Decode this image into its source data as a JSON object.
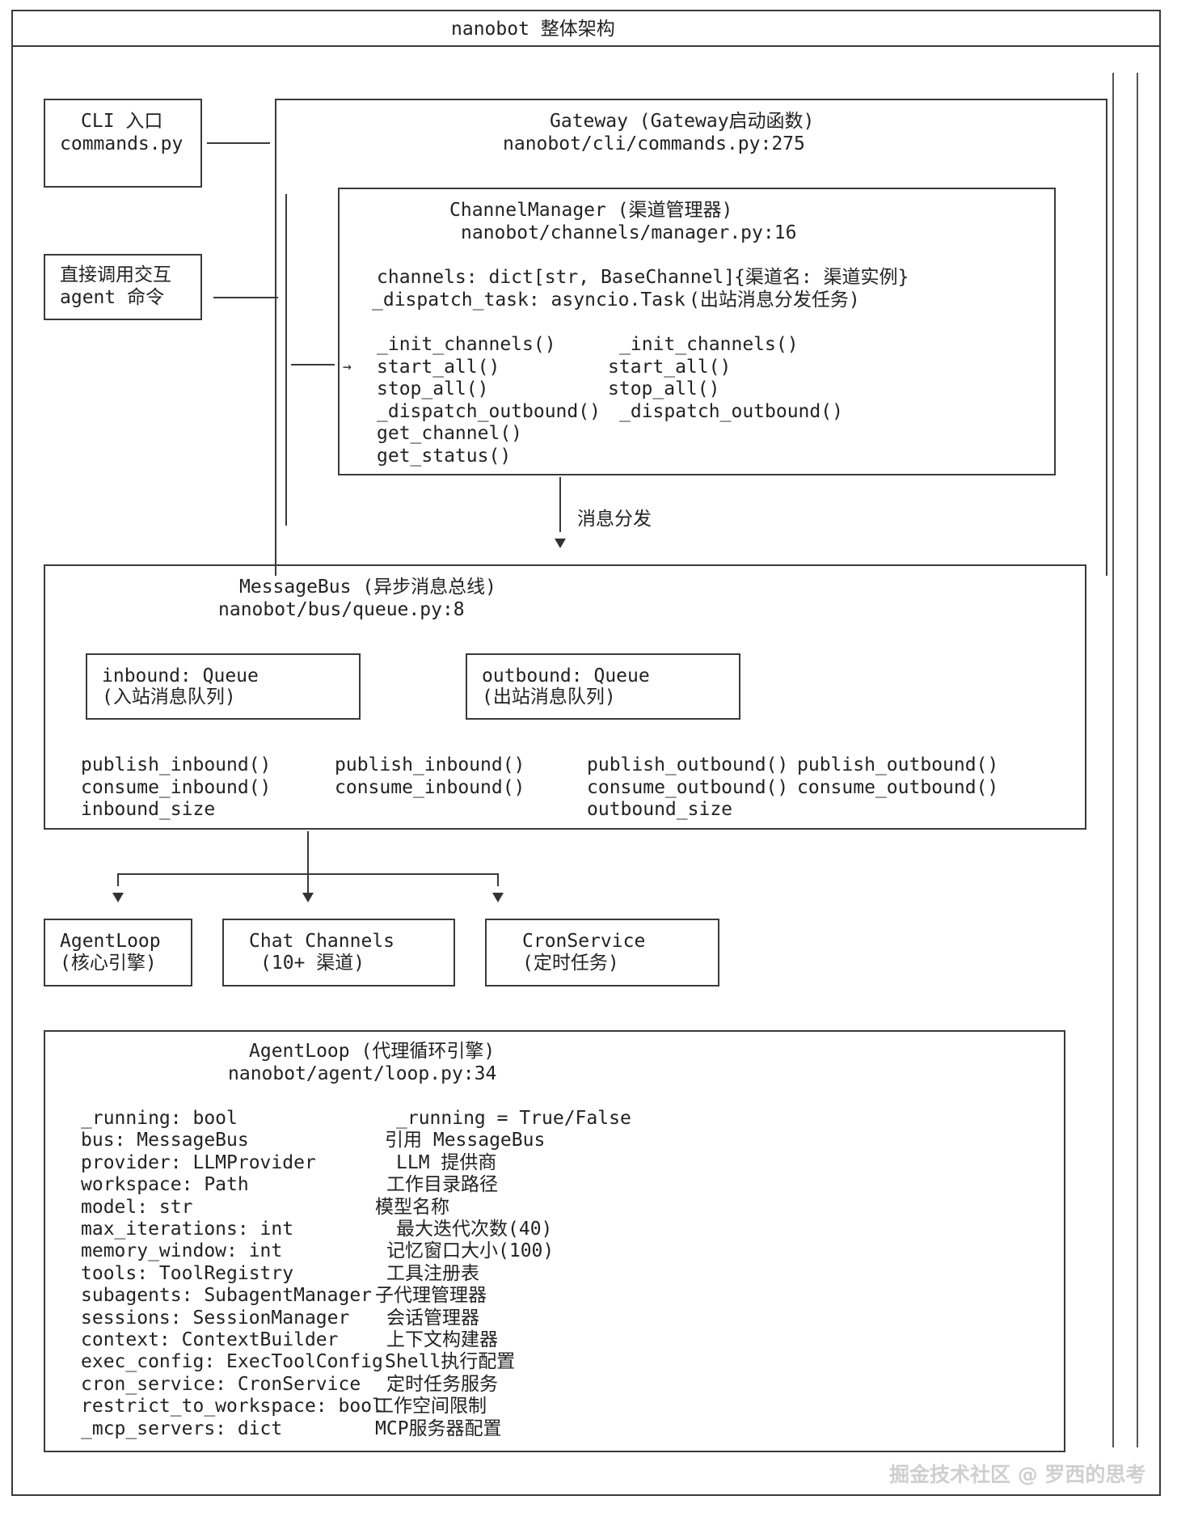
{
  "title": "nanobot 整体架构",
  "cli": {
    "line1": "CLI 入口",
    "line2": "commands.py"
  },
  "direct": {
    "line1": "直接调用交互",
    "line2": "agent 命令"
  },
  "gateway": {
    "line1": "Gateway (Gateway启动函数)",
    "line2": "nanobot/cli/commands.py:275"
  },
  "channel_manager": {
    "line1": "ChannelManager (渠道管理器)",
    "line2": "nanobot/channels/manager.py:16",
    "attr1": "channels: dict[str, BaseChannel]",
    "attr1_desc": "{渠道名: 渠道实例}",
    "attr2": "_dispatch_task: asyncio.Task",
    "attr2_desc": "(出站消息分发任务)",
    "arrow_mark": "→",
    "methods_left": [
      "_init_channels()",
      "start_all()",
      "stop_all()",
      "_dispatch_outbound()",
      "get_channel()",
      "get_status()"
    ],
    "methods_right": [
      "_init_channels()",
      "start_all()",
      "stop_all()",
      "_dispatch_outbound()"
    ]
  },
  "dispatch_label": "消息分发",
  "message_bus": {
    "line1": "MessageBus (异步消息总线)",
    "line2": "nanobot/bus/queue.py:8",
    "inbound_box": {
      "line1": "inbound: Queue",
      "line2": "(入站消息队列)"
    },
    "outbound_box": {
      "line1": "outbound: Queue",
      "line2": "(出站消息队列)"
    },
    "col1": [
      "publish_inbound()",
      "consume_inbound()",
      "inbound_size"
    ],
    "col2": [
      "publish_inbound()",
      "consume_inbound()"
    ],
    "col3": [
      "publish_outbound()",
      "consume_outbound()",
      "outbound_size"
    ],
    "col4": [
      "publish_outbound()",
      "consume_outbound()"
    ]
  },
  "agent_small": {
    "line1": "AgentLoop",
    "line2": "(核心引擎)"
  },
  "chat_channels": {
    "line1": "Chat Channels",
    "line2": "(10+ 渠道)"
  },
  "cron": {
    "line1": "CronService",
    "line2": "(定时任务)"
  },
  "agent_loop": {
    "line1": "AgentLoop (代理循环引擎)",
    "line2": "nanobot/agent/loop.py:34",
    "rows": [
      {
        "attr": "_running: bool",
        "desc": "_running = True/False"
      },
      {
        "attr": "bus: MessageBus",
        "desc": "引用 MessageBus"
      },
      {
        "attr": "provider: LLMProvider",
        "desc": "LLM 提供商"
      },
      {
        "attr": "workspace: Path",
        "desc": "工作目录路径"
      },
      {
        "attr": "model: str",
        "desc": "模型名称"
      },
      {
        "attr": "max_iterations: int",
        "desc": "最大迭代次数(40)"
      },
      {
        "attr": "memory_window: int",
        "desc": "记忆窗口大小(100)"
      },
      {
        "attr": "tools: ToolRegistry",
        "desc": "工具注册表"
      },
      {
        "attr": "subagents: SubagentManager",
        "desc": "子代理管理器"
      },
      {
        "attr": "sessions: SessionManager",
        "desc": "会话管理器"
      },
      {
        "attr": "context: ContextBuilder",
        "desc": "上下文构建器"
      },
      {
        "attr": "exec_config: ExecToolConfig",
        "desc": "Shell执行配置"
      },
      {
        "attr": "cron_service: CronService",
        "desc": "定时任务服务"
      },
      {
        "attr": "restrict_to_workspace: bool",
        "desc": "工作空间限制"
      },
      {
        "attr": "_mcp_servers: dict",
        "desc": "MCP服务器配置"
      }
    ]
  },
  "watermark": "掘金技术社区 @ 罗西的思考"
}
